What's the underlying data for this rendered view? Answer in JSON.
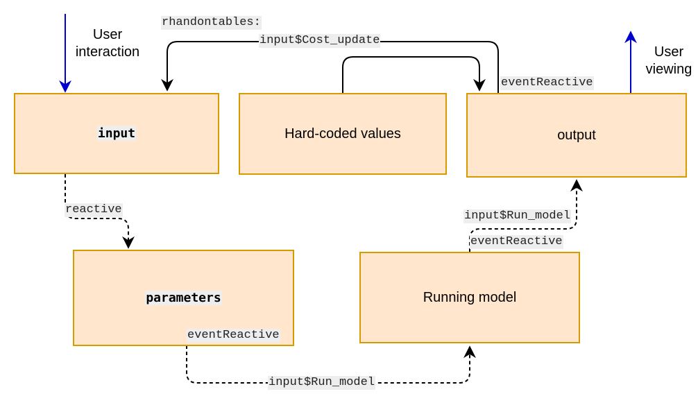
{
  "nodes": {
    "input": "input",
    "hardcoded": "Hard-coded values",
    "output": "output",
    "parameters": "parameters",
    "running_model": "Running model"
  },
  "annotations": {
    "user_interaction_line1": "User",
    "user_interaction_line2": "interaction",
    "user_viewing_line1": "User",
    "user_viewing_line2": "viewing"
  },
  "edge_labels": {
    "rhandontables": "rhandontables:",
    "cost_update": "input$Cost_update",
    "output_event": "eventReactive",
    "reactive": "reactive",
    "run_model_top": "input$Run_model",
    "running_event": "eventReactive",
    "params_event": "eventReactive",
    "run_model_bottom": "input$Run_model"
  },
  "colors": {
    "box_fill": "#ffe6cc",
    "box_border": "#d79b00",
    "user_arrow": "#0000cc",
    "edge": "#000000"
  }
}
